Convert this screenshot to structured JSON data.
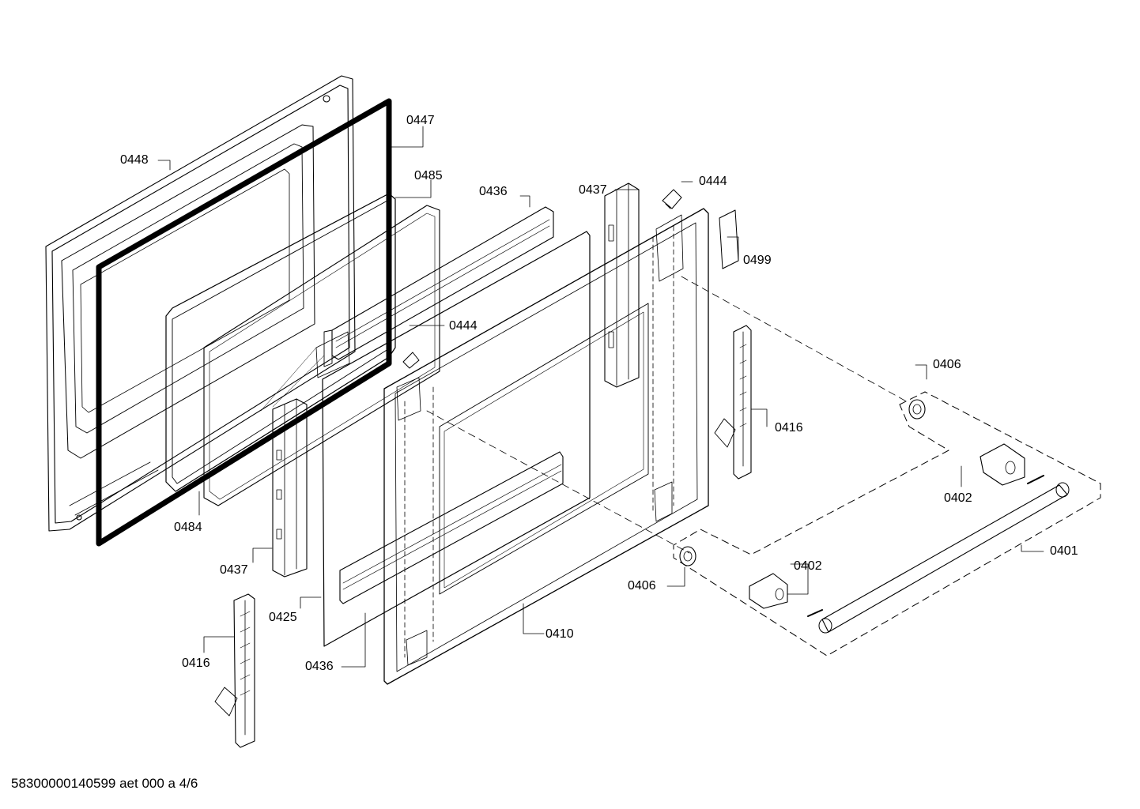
{
  "labels": {
    "p0447": "0447",
    "p0448": "0448",
    "p0485": "0485",
    "p0436_top": "0436",
    "p0437_top": "0437",
    "p0444_top": "0444",
    "p0499": "0499",
    "p0444_mid": "0444",
    "p0406_right": "0406",
    "p0416_right": "0416",
    "p0402_right": "0402",
    "p0401": "0401",
    "p0484": "0484",
    "p0437_left": "0437",
    "p0402_mid": "0402",
    "p0406_mid": "0406",
    "p0425": "0425",
    "p0410": "0410",
    "p0416_left": "0416",
    "p0436_bottom": "0436"
  },
  "footer": {
    "drawing_id": "58300000140599 aet 000 a 4/6"
  }
}
